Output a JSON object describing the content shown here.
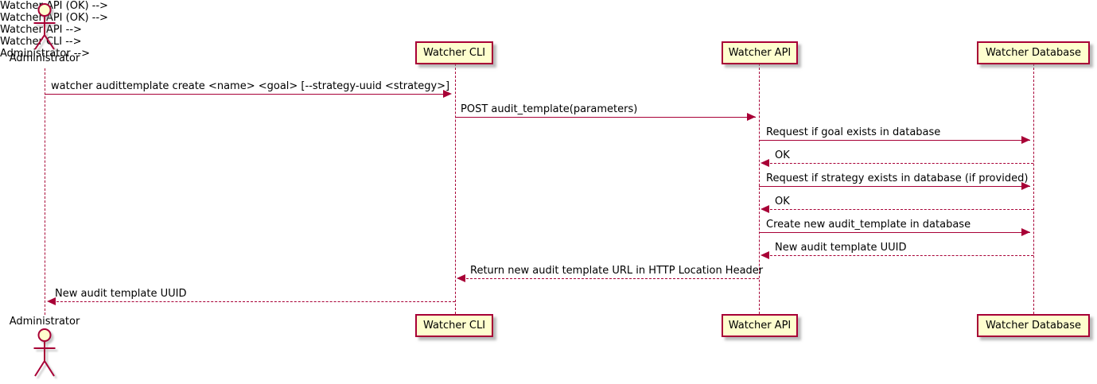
{
  "diagram": {
    "type": "uml-sequence-diagram",
    "actors": [
      {
        "name": "Administrator"
      }
    ],
    "participants": [
      {
        "name": "Watcher CLI"
      },
      {
        "name": "Watcher API"
      },
      {
        "name": "Watcher Database"
      }
    ],
    "messages": [
      {
        "from": "Administrator",
        "to": "Watcher CLI",
        "style": "solid",
        "text": "watcher audittemplate create <name> <goal> [--strategy-uuid <strategy>]"
      },
      {
        "from": "Watcher CLI",
        "to": "Watcher API",
        "style": "solid",
        "text": "POST audit_template(parameters)"
      },
      {
        "from": "Watcher API",
        "to": "Watcher Database",
        "style": "solid",
        "text": "Request if goal exists in database"
      },
      {
        "from": "Watcher Database",
        "to": "Watcher API",
        "style": "dashed",
        "text": "OK"
      },
      {
        "from": "Watcher API",
        "to": "Watcher Database",
        "style": "solid",
        "text": "Request if strategy exists in database (if provided)"
      },
      {
        "from": "Watcher Database",
        "to": "Watcher API",
        "style": "dashed",
        "text": "OK"
      },
      {
        "from": "Watcher API",
        "to": "Watcher Database",
        "style": "solid",
        "text": "Create new audit_template in database"
      },
      {
        "from": "Watcher Database",
        "to": "Watcher API",
        "style": "dashed",
        "text": "New audit template UUID"
      },
      {
        "from": "Watcher API",
        "to": "Watcher CLI",
        "style": "dashed",
        "text": "Return new audit template URL in HTTP Location Header"
      },
      {
        "from": "Watcher CLI",
        "to": "Administrator",
        "style": "dashed",
        "text": "New audit template UUID"
      }
    ],
    "colors": {
      "box_fill": "#FEFECE",
      "line_and_border": "#A80036",
      "text": "#000000",
      "background": "#FFFFFF"
    }
  }
}
